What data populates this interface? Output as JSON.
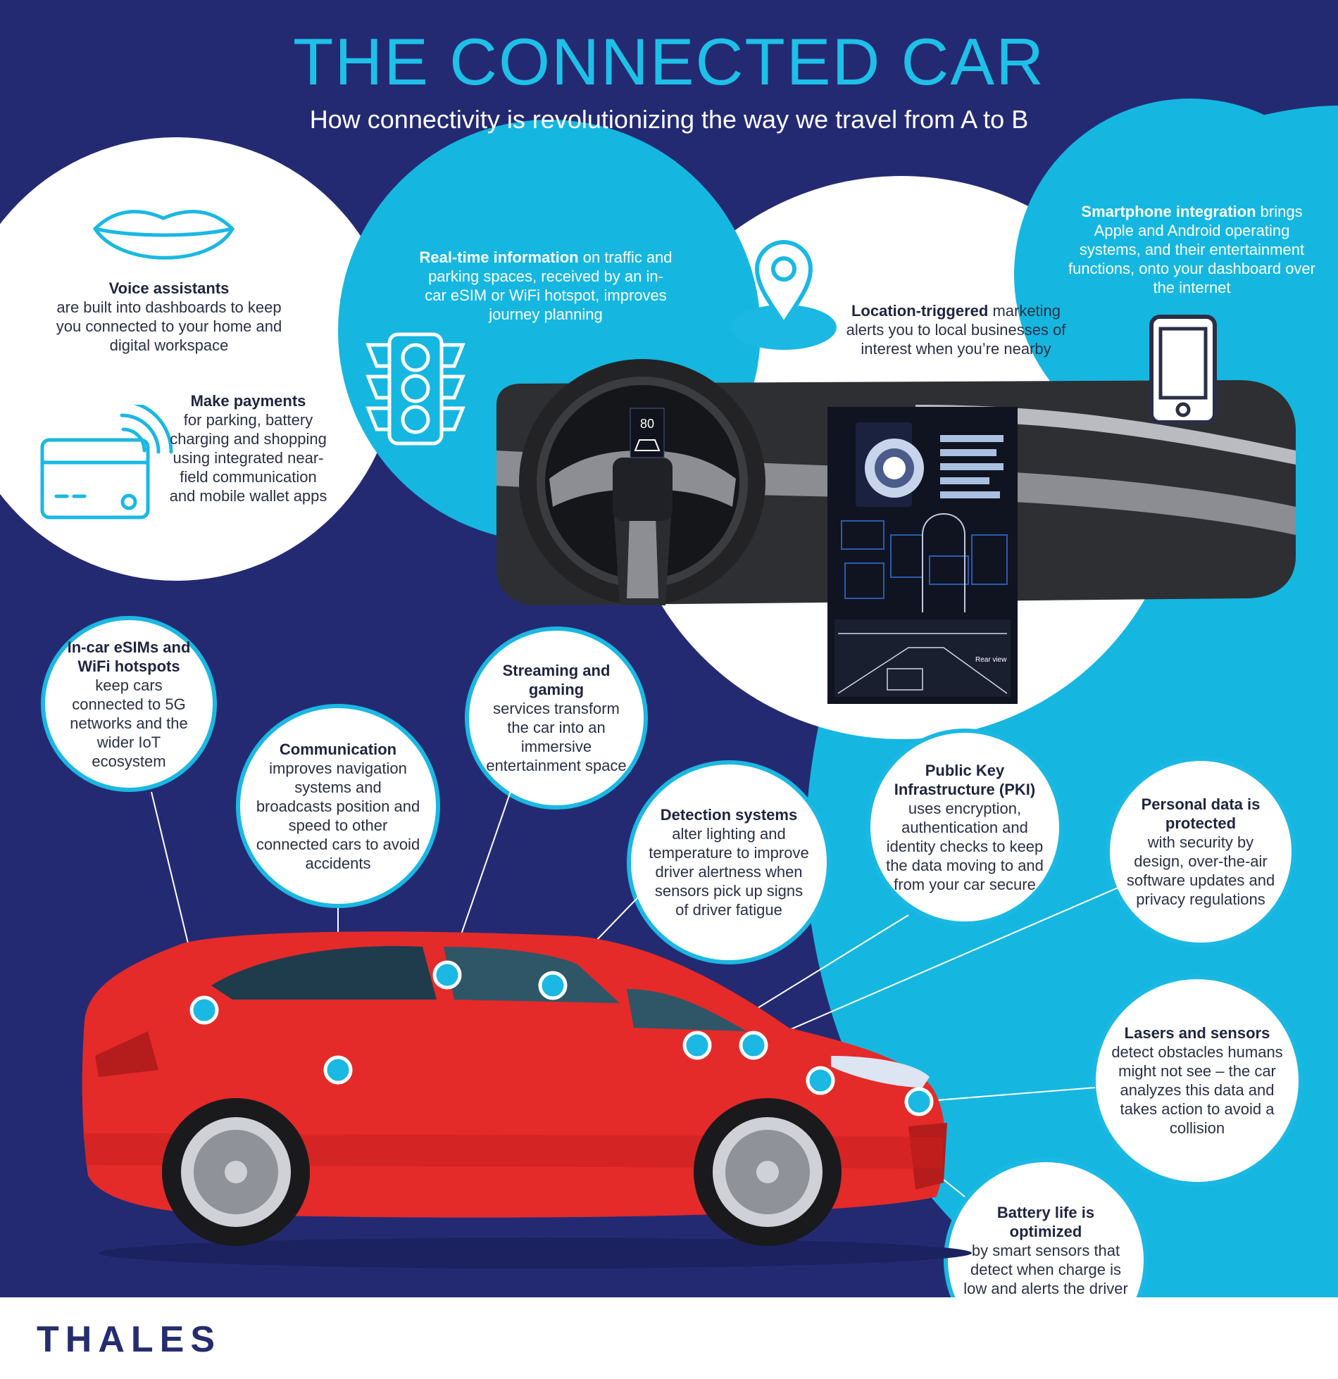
{
  "header": {
    "title": "THE CONNECTED CAR",
    "subtitle": "How connectivity is revolutionizing the way we travel from A to B"
  },
  "features": {
    "voice": {
      "heading": "Voice assistants",
      "body": "are built into dashboards to keep you connected to your home and digital workspace"
    },
    "payments": {
      "heading": "Make payments",
      "body": "for parking, battery charging and shopping using integrated near-field communication and mobile wallet apps"
    },
    "realtime": {
      "heading": "Real-time information",
      "body": "on traffic and parking spaces, received by an in-car eSIM or WiFi hotspot, improves journey planning"
    },
    "location": {
      "heading": "Location-triggered",
      "body": "marketing alerts you to local businesses of interest when you’re nearby"
    },
    "smartphone": {
      "heading": "Smartphone integration",
      "body": "brings Apple and Android operating systems, and their entertainment functions, onto your dashboard over the internet"
    },
    "esim": {
      "heading": "In-car eSIMs and WiFi hotspots",
      "body": "keep cars connected to 5G networks and the wider IoT ecosystem"
    },
    "communication": {
      "heading": "Communication",
      "body": "improves navigation systems and broadcasts position and speed to other connected cars to avoid accidents"
    },
    "streaming": {
      "heading": "Streaming and gaming",
      "body": "services transform the car into an immersive entertainment space"
    },
    "detection": {
      "heading": "Detection systems",
      "body": "alter lighting and temperature to improve driver alertness when sensors pick up signs of driver fatigue"
    },
    "pki": {
      "heading": "Public Key Infrastructure (PKI)",
      "body": "uses encryption, authentication and identity checks to keep the data moving to and from your car secure"
    },
    "personal": {
      "heading": "Personal data is protected",
      "body": "with security by design, over-the-air software updates and privacy regulations"
    },
    "lasers": {
      "heading": "Lasers and sensors",
      "body": "detect obstacles humans might not see – the car analyzes this data and takes action to avoid a collision"
    },
    "battery": {
      "heading": "Battery life is optimized",
      "body": "by smart sensors that detect when charge is low and alerts the driver when service is needed"
    }
  },
  "dashboard": {
    "speed": "80",
    "screen_label": "Rear view"
  },
  "footer": {
    "logo": "THALES"
  },
  "colors": {
    "navy": "#242a72",
    "cyan": "#15b7e0",
    "white": "#ffffff",
    "car_red": "#e52a2a",
    "title": "#1ec0e8"
  },
  "icons": [
    "lips-icon",
    "payment-card-icon",
    "nfc-waves-icon",
    "traffic-light-icon",
    "location-pin-icon",
    "smartphone-icon",
    "steering-wheel-icon",
    "car-icon"
  ]
}
